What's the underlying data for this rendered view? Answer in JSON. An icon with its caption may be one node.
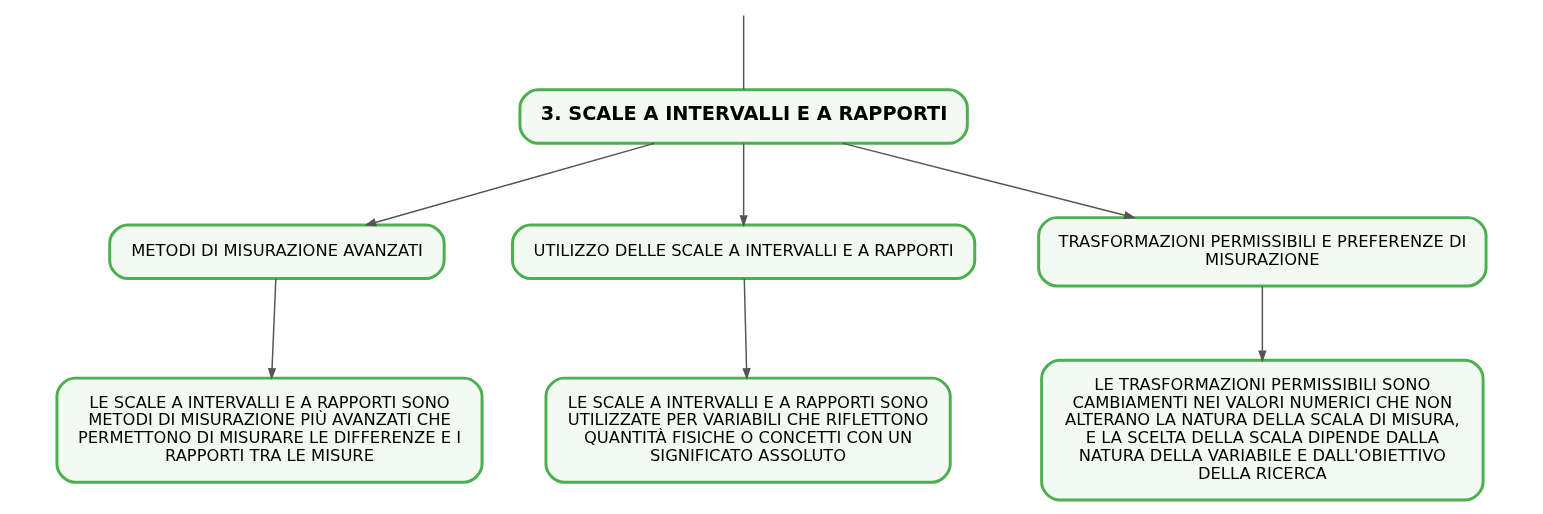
{
  "diagram": {
    "nodes": [
      {
        "text": [
          "3. SCALE A INTERVALLI E A RAPPORTI"
        ]
      },
      {
        "text": [
          "METODI DI MISURAZIONE AVANZATI"
        ]
      },
      {
        "text": [
          "UTILIZZO DELLE SCALE A INTERVALLI E A RAPPORTI"
        ]
      },
      {
        "text": [
          "TRASFORMAZIONI PERMISSIBILI E PREFERENZE DI MISURAZIONE"
        ]
      },
      {
        "text": [
          "LE SCALE A INTERVALLI E A RAPPORTI SONO METODI DI MISURAZIONE PIÙ AVANZATI CHE PERMETTONO DI MISURARE LE DIFFERENZE E I RAPPORTI TRA LE MISURE"
        ]
      },
      {
        "text": [
          "LE SCALE A INTERVALLI E A RAPPORTI SONO UTILIZZATE PER VARIABILI CHE RIFLETTONO QUANTITÀ FISICHE O CONCETTI CON UN SIGNIFICATO ASSOLUTO"
        ]
      },
      {
        "text": [
          "LE TRASFORMAZIONI PERMISSIBILI SONO CAMBIAMENTI NEI VALORI NUMERICI CHE NON ALTERANO LA NATURA DELLA SCALA DI MISURA, E LA SCELTA DELLA SCALA DIPENDE DALLA NATURA DELLA VARIABILE E DALL'OBIETTIVO DELLA RICERCA"
        ]
      }
    ],
    "edges": [
      {
        "from": null,
        "to": 0,
        "arrow": "none"
      },
      {
        "from": 0,
        "to": 1,
        "arrow": "to"
      },
      {
        "from": 0,
        "to": 2,
        "arrow": "to"
      },
      {
        "from": 0,
        "to": 3,
        "arrow": "to"
      },
      {
        "from": 1,
        "to": 4,
        "arrow": "to"
      },
      {
        "from": 2,
        "to": 5,
        "arrow": "to"
      },
      {
        "from": 3,
        "to": 6,
        "arrow": "to"
      }
    ]
  }
}
